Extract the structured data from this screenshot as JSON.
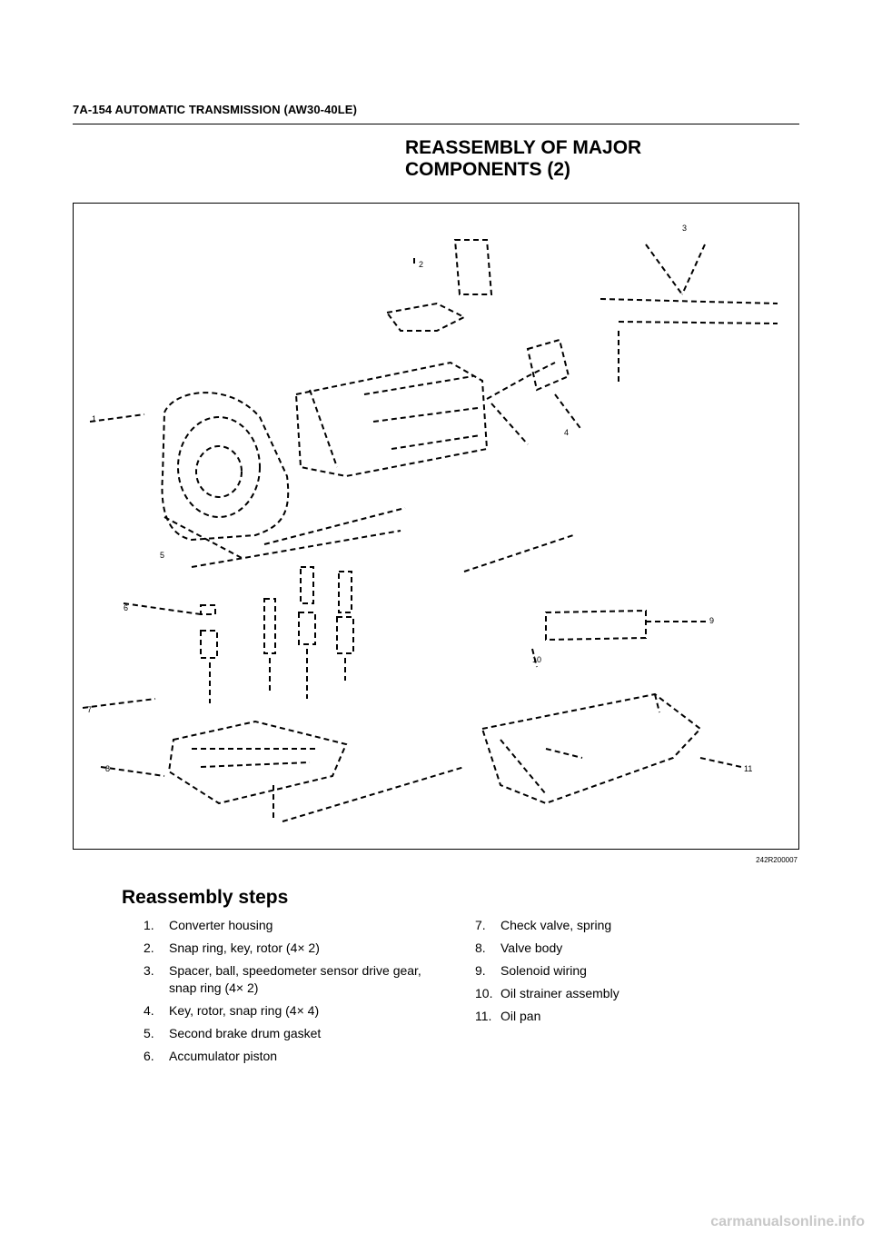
{
  "header": {
    "title": "7A-154  AUTOMATIC TRANSMISSION (AW30-40LE)"
  },
  "section": {
    "title_line1": "REASSEMBLY OF MAJOR",
    "title_line2": "COMPONENTS (2)"
  },
  "figure": {
    "code": "242R200007",
    "callout_labels": [
      "1",
      "2",
      "3",
      "4",
      "5",
      "6",
      "7",
      "8",
      "9",
      "10",
      "11"
    ]
  },
  "steps": {
    "heading": "Reassembly steps",
    "left": [
      {
        "num": "1.",
        "text": "Converter housing"
      },
      {
        "num": "2.",
        "text": "Snap ring, key, rotor (4×  2)"
      },
      {
        "num": "3.",
        "text": "Spacer, ball, speedometer sensor drive gear, snap ring (4×  2)"
      },
      {
        "num": "4.",
        "text": "Key, rotor, snap ring (4×  4)"
      },
      {
        "num": "5.",
        "text": "Second brake drum gasket"
      },
      {
        "num": "6.",
        "text": "Accumulator piston"
      }
    ],
    "right": [
      {
        "num": "7.",
        "text": "Check valve, spring"
      },
      {
        "num": "8.",
        "text": "Valve body"
      },
      {
        "num": "9.",
        "text": "Solenoid wiring"
      },
      {
        "num": "10.",
        "text": "Oil strainer assembly"
      },
      {
        "num": "11.",
        "text": "Oil pan"
      }
    ]
  },
  "footer": {
    "watermark": "carmanualsonline.info"
  }
}
